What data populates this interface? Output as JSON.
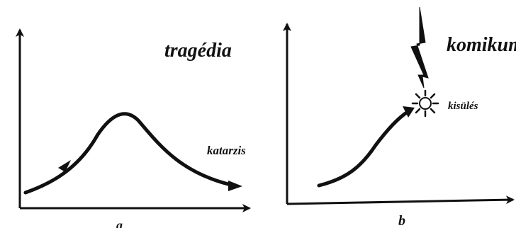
{
  "left_panel": {
    "title": "tragédia",
    "label": "katarzis",
    "sublabel": "a"
  },
  "right_panel": {
    "title": "komikum",
    "label": "kisülés",
    "sublabel": "b"
  },
  "colors": {
    "ink": "#111111",
    "background": "#ffffff"
  }
}
